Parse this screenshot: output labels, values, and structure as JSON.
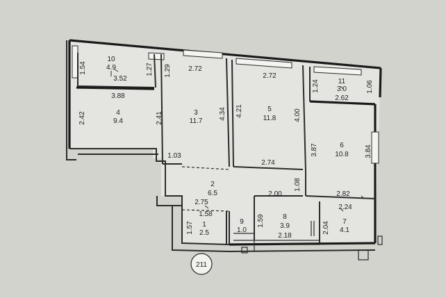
{
  "plan_number": "211",
  "rooms": [
    {
      "number": "10",
      "area": "4.9"
    },
    {
      "number": "4",
      "area": "9.4"
    },
    {
      "number": "3",
      "area": "11.7"
    },
    {
      "number": "5",
      "area": "11.8"
    },
    {
      "number": "11",
      "area": "3.0"
    },
    {
      "number": "6",
      "area": "10.8"
    },
    {
      "number": "2",
      "area": "6.5"
    },
    {
      "number": "1",
      "area": "2.5"
    },
    {
      "number": "9",
      "area": "1.0"
    },
    {
      "number": "8",
      "area": "3.9"
    },
    {
      "number": "7",
      "area": "4.1"
    }
  ],
  "dimensions": [
    "1.54",
    "1.27",
    "3.52",
    "3.88",
    "2.42",
    "2.41",
    "1.29",
    "2.72",
    "4.34",
    "2.72",
    "4.21",
    "4.00",
    "1.24",
    "1.06",
    "2.62",
    "3.87",
    "3.84",
    "1.03",
    "2.74",
    "2.00",
    "1.08",
    "2.82",
    "2.24",
    "2.75",
    "1.58",
    "1.57",
    "1.59",
    "2.18",
    "2.04"
  ]
}
